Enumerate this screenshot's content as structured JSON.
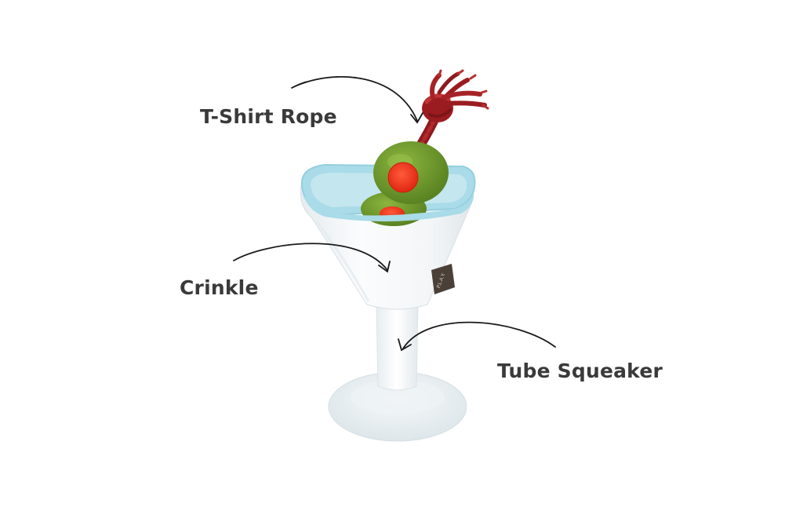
{
  "callouts": {
    "rope": "T-Shirt Rope",
    "crinkle": "Crinkle",
    "tube": "Tube Squeaker"
  },
  "product": {
    "tag_text": "P.L.A.Y."
  },
  "colors": {
    "text": "#3a3a3a",
    "arrow": "#1a1a1a",
    "glass_white": "#f2f5f6",
    "rim_blue": "#a9dbe8",
    "olive_green": "#6e9a2c",
    "pimento_red": "#f0331f",
    "rope_red": "#9b1c20",
    "tag_brown": "#4a4038"
  }
}
